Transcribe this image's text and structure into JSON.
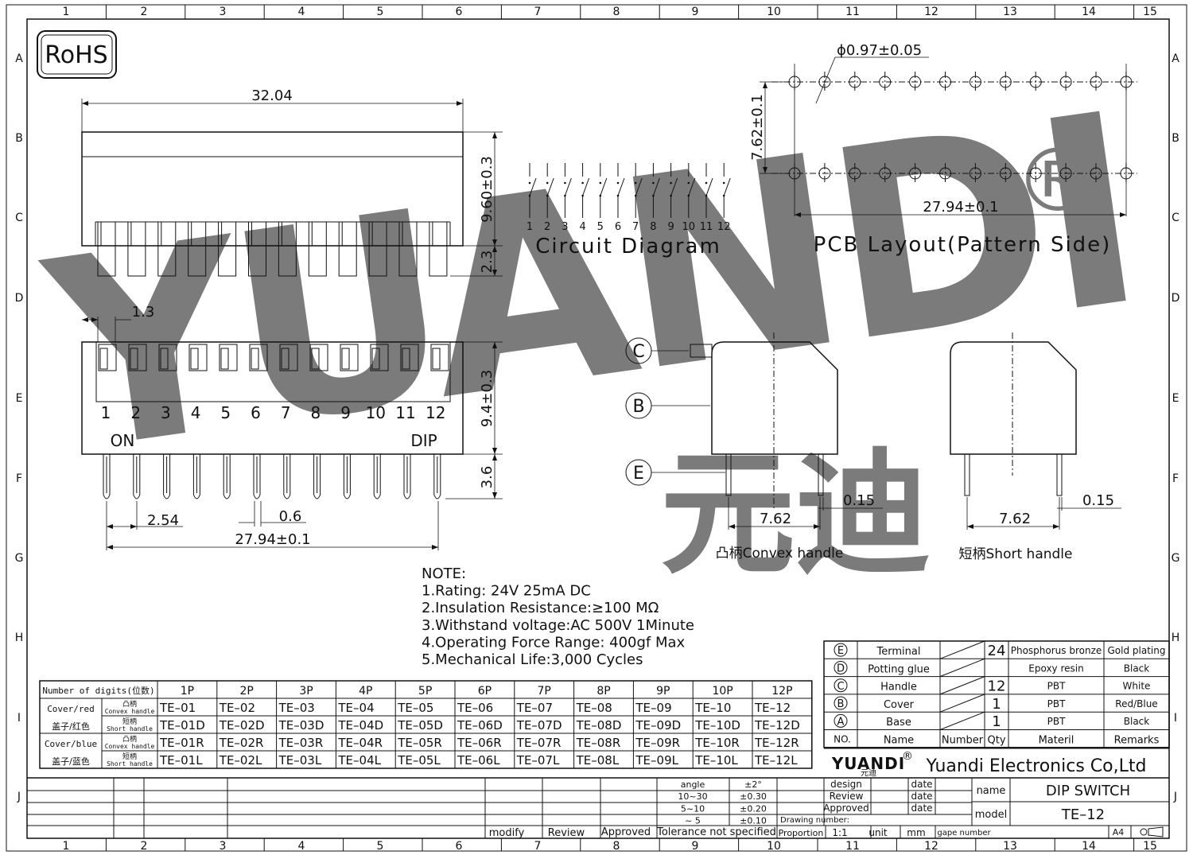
{
  "frame": {
    "cols": [
      "1",
      "2",
      "3",
      "4",
      "5",
      "6",
      "7",
      "8",
      "9",
      "10",
      "11",
      "12",
      "13",
      "14",
      "15"
    ],
    "rows": [
      "A",
      "B",
      "C",
      "D",
      "E",
      "F",
      "G",
      "H",
      "I",
      "J"
    ]
  },
  "rohs": "RoHS",
  "watermark": {
    "text": "YUANDI",
    "cn": "元迪",
    "reg": "®",
    "color": "#7fb2dd"
  },
  "side_view": {
    "width": "32.04",
    "height": "9.60±0.3",
    "pin_len": "2.3"
  },
  "top_view": {
    "pitch_small": "1.3",
    "height": "9.4±0.3",
    "pin_len": "3.6",
    "pitch": "2.54",
    "pin_w": "0.6",
    "span": "27.94±0.1",
    "numbers": [
      "1",
      "2",
      "3",
      "4",
      "5",
      "6",
      "7",
      "8",
      "9",
      "10",
      "11",
      "12"
    ],
    "on_label": "ON",
    "dip_label": "DIP"
  },
  "circuit": {
    "numbers": [
      "1",
      "2",
      "3",
      "4",
      "5",
      "6",
      "7",
      "8",
      "9",
      "10",
      "11",
      "12"
    ],
    "title": "Circuit  Diagram"
  },
  "pcb": {
    "hole": "ϕ0.97±0.05",
    "vert": "7.62±0.1",
    "span": "27.94±0.1",
    "title": "PCB  Layout(Pattern  Side)"
  },
  "profiles": {
    "c": "C",
    "b": "B",
    "e": "E",
    "convex": {
      "spacing": "7.62",
      "thick": "0.15",
      "label": "凸柄Convex  handle"
    },
    "short": {
      "spacing": "7.62",
      "thick": "0.15",
      "label": "短柄Short  handle"
    }
  },
  "notes": [
    "NOTE:",
    "1.Rating: 24V  25mA  DC",
    "2.Insulation  Resistance:≥100  MΩ",
    "3.Withstand  voltage:AC  500V  1Minute",
    "4.Operating  Force  Range:  400gf  Max",
    "5.Mechanical  Life:3,000  Cycles"
  ],
  "model_table": {
    "header_label": "Number of digits(位数)",
    "digits": [
      "1P",
      "2P",
      "3P",
      "4P",
      "5P",
      "6P",
      "7P",
      "8P",
      "9P",
      "10P",
      "12P"
    ],
    "groups": [
      {
        "label_en": "Cover/red",
        "label_cn": "盖子/红色"
      },
      {
        "label_en": "Cover/blue",
        "label_cn": "盖子/蓝色"
      }
    ],
    "handles": [
      {
        "cn": "凸柄",
        "en": "Convex handle"
      },
      {
        "cn": "短柄",
        "en": "Short handle"
      },
      {
        "cn": "凸柄",
        "en": "Convex handle"
      },
      {
        "cn": "短柄",
        "en": "Short handle"
      }
    ],
    "rows": [
      [
        "TE–01",
        "TE–02",
        "TE–03",
        "TE–04",
        "TE–05",
        "TE–06",
        "TE–07",
        "TE–08",
        "TE–09",
        "TE–10",
        "TE–12"
      ],
      [
        "TE–01D",
        "TE–02D",
        "TE–03D",
        "TE–04D",
        "TE–05D",
        "TE–06D",
        "TE–07D",
        "TE–08D",
        "TE–09D",
        "TE–10D",
        "TE–12D"
      ],
      [
        "TE–01R",
        "TE–02R",
        "TE–03R",
        "TE–04R",
        "TE–05R",
        "TE–06R",
        "TE–07R",
        "TE–08R",
        "TE–09R",
        "TE–10R",
        "TE–12R"
      ],
      [
        "TE–01L",
        "TE–02L",
        "TE–03L",
        "TE–04L",
        "TE–05L",
        "TE–06L",
        "TE–07L",
        "TE–08L",
        "TE–09L",
        "TE–10L",
        "TE–12L"
      ]
    ]
  },
  "bom": {
    "rows": [
      {
        "no": "E",
        "name": "Terminal",
        "qty": "24",
        "material": "Phosphorus bronze",
        "remark": "Gold plating"
      },
      {
        "no": "D",
        "name": "Potting glue",
        "qty": "",
        "material": "Epoxy resin",
        "remark": "Black"
      },
      {
        "no": "C",
        "name": "Handle",
        "qty": "12",
        "material": "PBT",
        "remark": "White"
      },
      {
        "no": "B",
        "name": "Cover",
        "qty": "1",
        "material": "PBT",
        "remark": "Red/Blue"
      },
      {
        "no": "A",
        "name": "Base",
        "qty": "1",
        "material": "PBT",
        "remark": "Black"
      }
    ],
    "header": {
      "no": "NO.",
      "name": "Name",
      "number": "Number",
      "qty": "Qty",
      "material": "Materil",
      "remark": "Remarks"
    }
  },
  "company": {
    "logo": "YUANDI",
    "logo_cn": "元迪",
    "reg": "®",
    "name": "Yuandi Electronics Co,Ltd"
  },
  "title_block": {
    "tolerance": [
      {
        "range": "angle",
        "tol": "±2°"
      },
      {
        "range": "10~30",
        "tol": "±0.30"
      },
      {
        "range": "5~10",
        "tol": "±0.20"
      },
      {
        "range": "~ 5",
        "tol": "±0.10"
      }
    ],
    "tolerance_label": "Tolerance  not  specified",
    "modify": "modify",
    "review": "Review",
    "approved": "Approved",
    "design": "design",
    "review2": "Review",
    "approved2": "Approved",
    "date": "date",
    "drawing_number": "Drawing number:",
    "proportion": "Proportion",
    "scale": "1:1",
    "unit": "unit",
    "unit_val": "mm",
    "gape_number": "gape number",
    "paper": "A4",
    "name_label": "name",
    "name_val": "DIP  SWITCH",
    "model_label": "model",
    "model_val": "TE–12"
  }
}
